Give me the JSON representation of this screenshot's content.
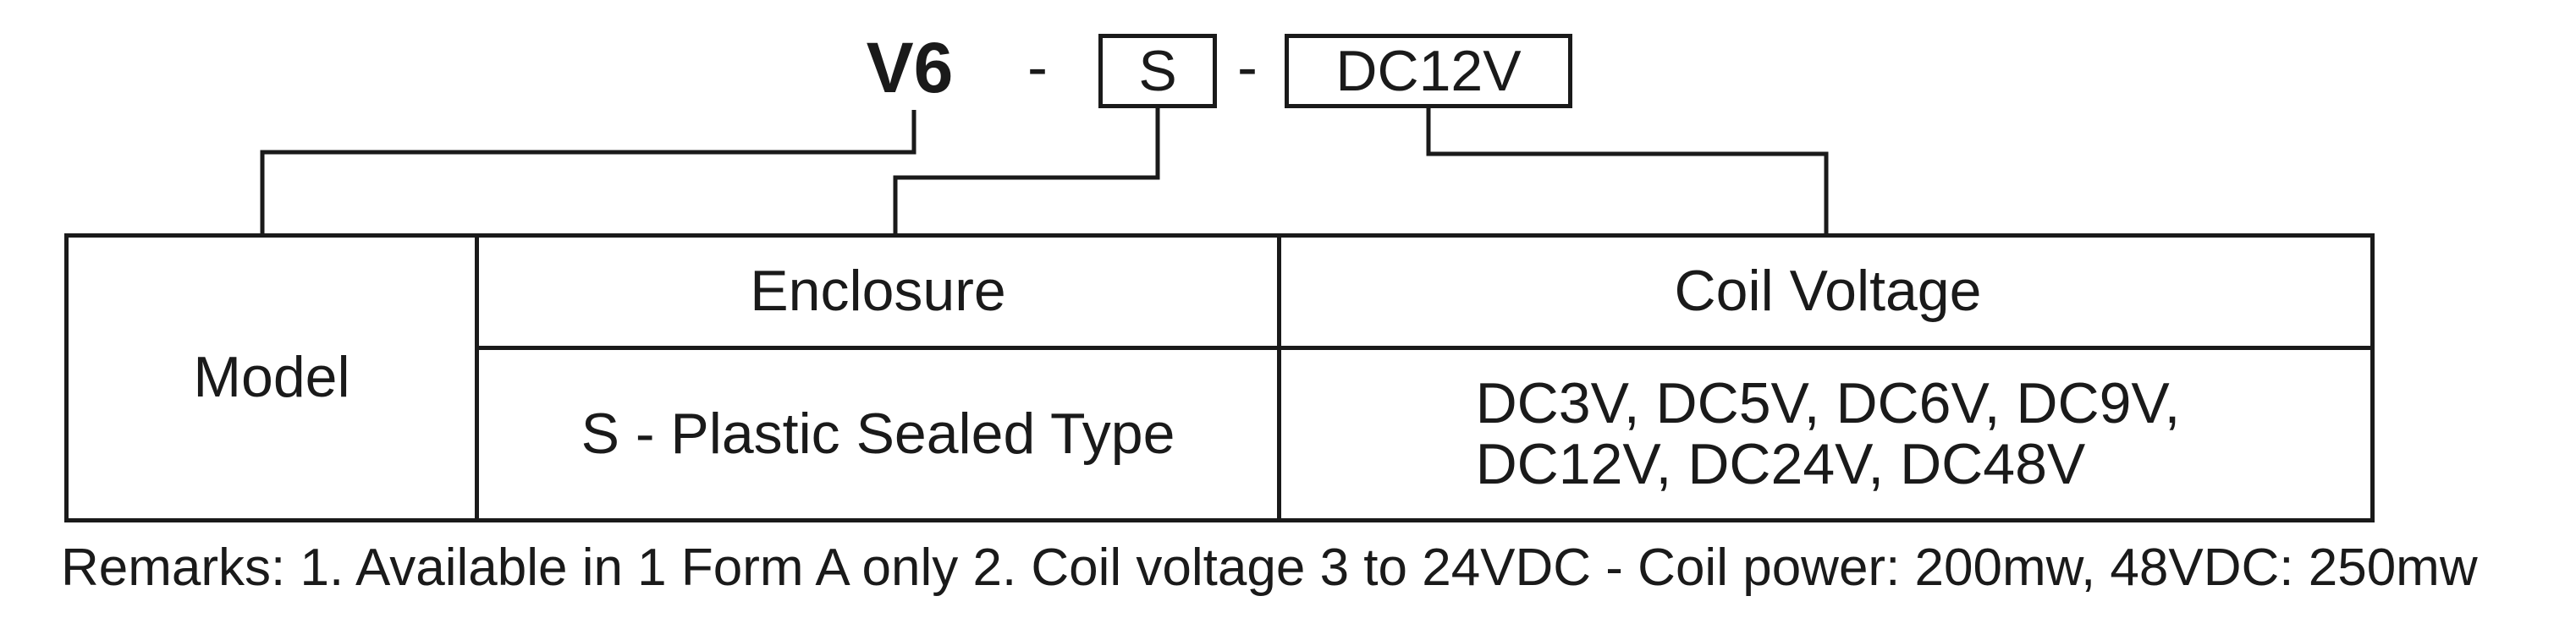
{
  "code": {
    "model": "V6",
    "separator": "-",
    "enclosure": "S",
    "voltage": "DC12V"
  },
  "table": {
    "model_label": "Model",
    "enclosure_header": "Enclosure",
    "enclosure_value": "S - Plastic Sealed Type",
    "voltage_header": "Coil Voltage",
    "voltage_line1": "DC3V, DC5V, DC6V, DC9V,",
    "voltage_line2": "DC12V, DC24V, DC48V"
  },
  "remarks": "Remarks: 1. Available in 1 Form A only  2. Coil voltage 3 to 24VDC - Coil power: 200mw, 48VDC: 250mw",
  "colors": {
    "line": "#1a1a1a",
    "background": "#ffffff"
  }
}
